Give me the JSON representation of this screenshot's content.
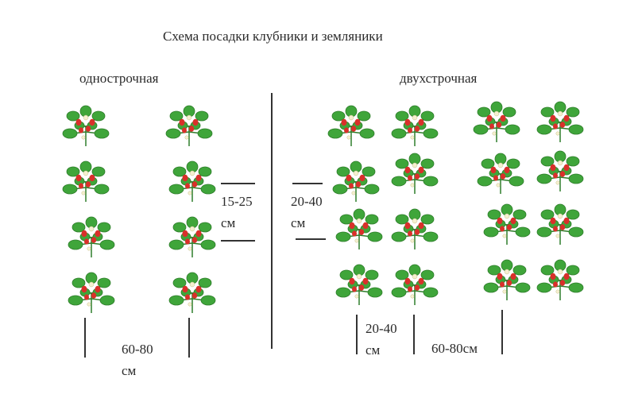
{
  "diagram": {
    "title": "Схема посадки клубники и земляники",
    "single_row_label": "однострочная",
    "double_row_label": "двухстрочная",
    "dim_single_row_spacing": "60-80 см",
    "dim_plant_spacing": "15-25 см",
    "dim_left_between": "20-40 см",
    "dim_bottom_between": "20-40 см",
    "dim_bottom_row_spacing": "60-80см"
  },
  "colors": {
    "leaf": "#3fa53a",
    "leaf_dark": "#2e7d2a",
    "berry": "#d9302a",
    "flower": "#f5f0d0",
    "line": "#333333",
    "text": "#2a2a2a"
  },
  "icons": {
    "plant": "strawberry-plant-icon"
  }
}
